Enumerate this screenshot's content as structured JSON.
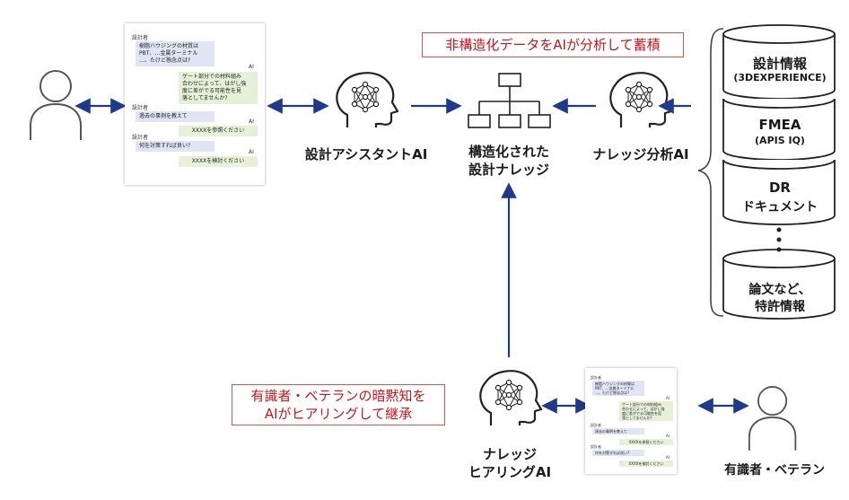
{
  "colors": {
    "arrow": "#1f3a8a",
    "red": "#c4161c",
    "dark": "#1a1a1a"
  },
  "labels": {
    "assistant_ai": "設計アシスタントAI",
    "structured_knowledge": [
      "構造化された",
      "設計ナレッジ"
    ],
    "knowledge_analysis_ai": "ナレッジ分析AI",
    "hearing_ai": [
      "ナレッジ",
      "ヒアリングAI"
    ],
    "expert": "有識者・ベテラン"
  },
  "callouts": {
    "top": "非構造化データをAIが分析して蓄積",
    "bottom": [
      "有識者・ベテランの暗黙知を",
      "AIがヒアリングして継承"
    ]
  },
  "databases": [
    {
      "title": "設計情報",
      "sub": "(3DEXPERIENCE)"
    },
    {
      "title": "FMEA",
      "sub": "(APIS IQ)"
    },
    {
      "title": "DR",
      "sub": "ドキュメント"
    },
    {
      "title": "論文など、",
      "sub": "特許情報"
    }
  ],
  "chat": {
    "designer": "設計者",
    "ai": "AI",
    "q1": [
      "樹脂ハウジングの材質は",
      "PBT、…金属ターミナル",
      "…、たけど懸念点は?"
    ],
    "a1": [
      "ゲート部分での材料組み",
      "合わせによって、はがし強",
      "度に差がでる可能性を見",
      "落としてませんか?"
    ],
    "q2": "過去の事例を教えて",
    "a2": "XXXXを参照ください",
    "q3": "何を対策すれば良い?",
    "a3": "XXXXを検討ください"
  },
  "icons": [
    "person-icon",
    "ai-head-icon",
    "org-chart-icon",
    "database-icon",
    "brace-icon"
  ]
}
